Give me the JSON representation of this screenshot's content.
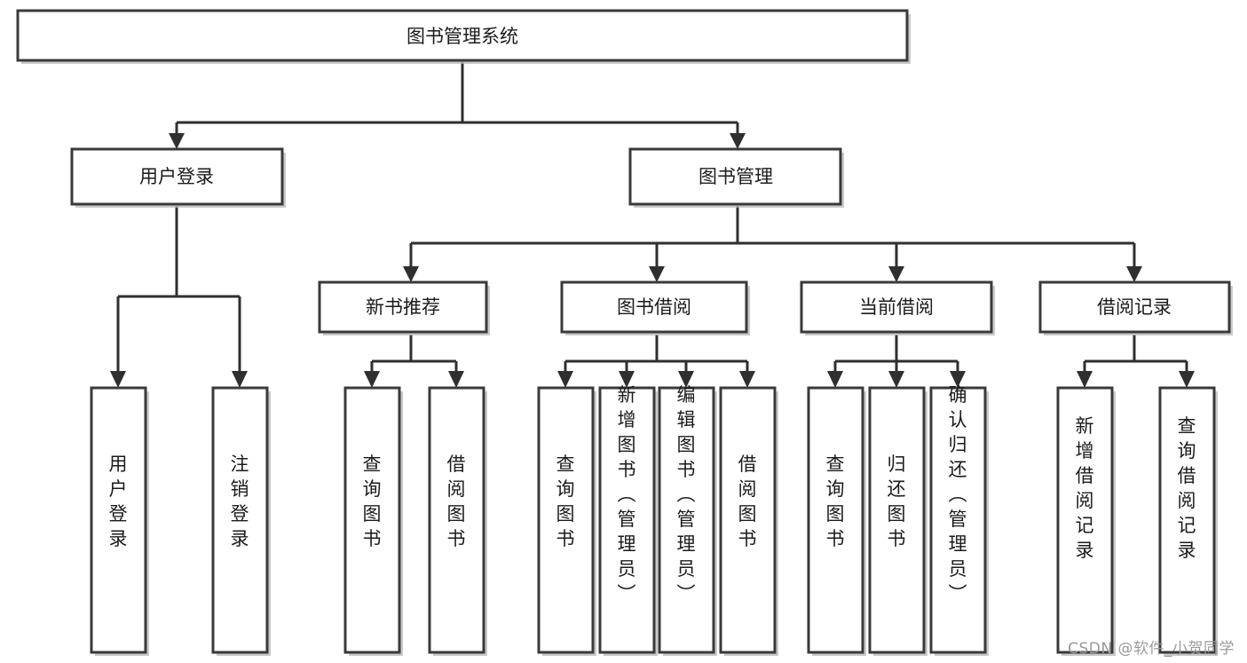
{
  "diagram": {
    "type": "tree-hierarchy",
    "title": "图书管理系统",
    "orientation": "top-down",
    "watermark": "CSDN @软件_小贺同学",
    "colors": {
      "box_fill": "#ffffff",
      "box_stroke": "#3a3a3a",
      "connector": "#2f2f2f",
      "text": "#1b1b1b",
      "watermark": "#9a9a9a",
      "background": "#ffffff"
    },
    "levels": {
      "root": {
        "label": "图书管理系统"
      },
      "level2": [
        {
          "label": "用户登录"
        },
        {
          "label": "图书管理"
        }
      ],
      "level3": [
        {
          "label": "新书推荐"
        },
        {
          "label": "图书借阅"
        },
        {
          "label": "当前借阅"
        },
        {
          "label": "借阅记录"
        }
      ]
    },
    "nodes": {
      "root": "图书管理系统",
      "user_login": "用户登录",
      "book_management": "图书管理",
      "new_book_recommend": "新书推荐",
      "book_borrow": "图书借阅",
      "current_borrow": "当前借阅",
      "borrow_record": "借阅记录",
      "leaf_user_login": "用户登录",
      "leaf_logout_login": "注销登录",
      "leaf_query_book_1": "查询图书",
      "leaf_borrow_book_1": "借阅图书",
      "leaf_query_book_2": "查询图书",
      "leaf_add_book_admin": "新增图书（管理员）",
      "leaf_edit_book_admin": "编辑图书（管理员）",
      "leaf_borrow_book_2": "借阅图书",
      "leaf_query_book_3": "查询图书",
      "leaf_return_book": "归还图书",
      "leaf_confirm_return_admin": "确认归还（管理员）",
      "leaf_add_borrow_record": "新增借阅记录",
      "leaf_query_borrow_record": "查询借阅记录"
    },
    "leaf_groups": [
      {
        "parent": "用户登录",
        "children": [
          "用户登录",
          "注销登录"
        ]
      },
      {
        "parent": "新书推荐",
        "children": [
          "查询图书",
          "借阅图书"
        ]
      },
      {
        "parent": "图书借阅",
        "children": [
          "查询图书",
          "新增图书（管理员）",
          "编辑图书（管理员）",
          "借阅图书"
        ]
      },
      {
        "parent": "当前借阅",
        "children": [
          "查询图书",
          "归还图书",
          "确认归还（管理员）"
        ]
      },
      {
        "parent": "借阅记录",
        "children": [
          "新增借阅记录",
          "查询借阅记录"
        ]
      }
    ]
  }
}
